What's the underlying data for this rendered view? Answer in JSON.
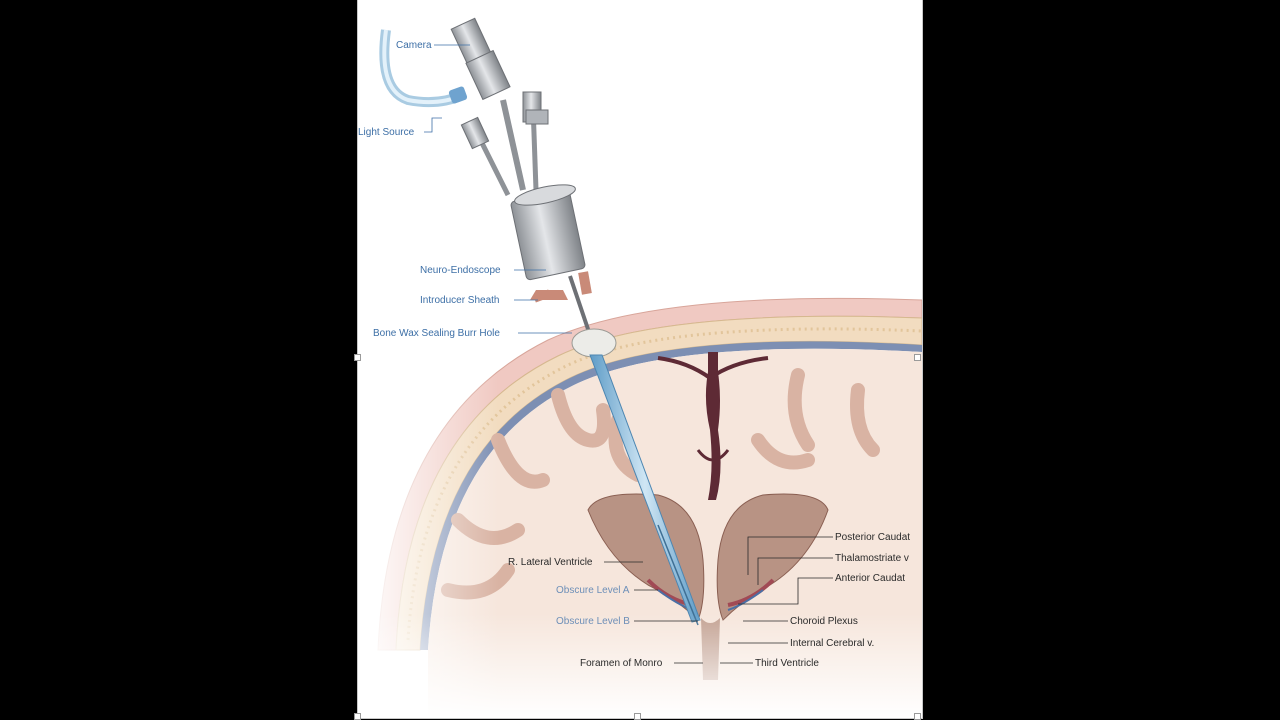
{
  "viewer": {
    "frame_background": "#ffffff",
    "outer_background": "#000000"
  },
  "diagram": {
    "labels_instrument": {
      "camera": "Camera",
      "light_source": "Light Source",
      "neuro_endoscope": "Neuro-Endoscope",
      "introducer_sheath": "Introducer Sheath",
      "bone_wax": "Bone Wax Sealing Burr Hole"
    },
    "labels_anatomy": {
      "r_lateral_ventricle": "R. Lateral Ventricle",
      "obscured_level_a": "Obscure Level A",
      "obscured_level_b": "Obscure Level B",
      "foramen_of_monro": "Foramen of Monro",
      "posterior_caudate": "Posterior Caudat",
      "thalamostriate": "Thalamostriate v",
      "anterior_caudate": "Anterior Caudat",
      "choroid_plexus": "Choroid Plexus",
      "internal_cerebral": "Internal Cerebral v.",
      "third_ventricle": "Third Ventricle"
    },
    "colors": {
      "label_blue": "#3d6fa6",
      "label_dark": "#2a2a2a",
      "skull": "#f2dcc0",
      "scalp": "#f0c9c2",
      "brain": "#f6e6dc",
      "ventricle": "#b89384",
      "vessel": "#5e2a35",
      "endoscope_shaft": "#8fc0df",
      "metal": "#b9bcc0"
    }
  }
}
